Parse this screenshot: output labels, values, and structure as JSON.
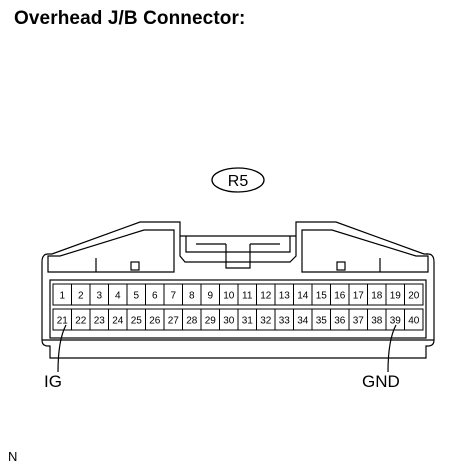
{
  "title": "Overhead J/B Connector:",
  "connector_id": "R5",
  "pins": {
    "top_row": [
      "1",
      "2",
      "3",
      "4",
      "5",
      "6",
      "7",
      "8",
      "9",
      "10",
      "11",
      "12",
      "13",
      "14",
      "15",
      "16",
      "17",
      "18",
      "19",
      "20"
    ],
    "bottom_row": [
      "21",
      "22",
      "23",
      "24",
      "25",
      "26",
      "27",
      "28",
      "29",
      "30",
      "31",
      "32",
      "33",
      "34",
      "35",
      "36",
      "37",
      "38",
      "39",
      "40"
    ]
  },
  "callouts": {
    "left": "IG",
    "right": "GND"
  },
  "figure_code": "N"
}
